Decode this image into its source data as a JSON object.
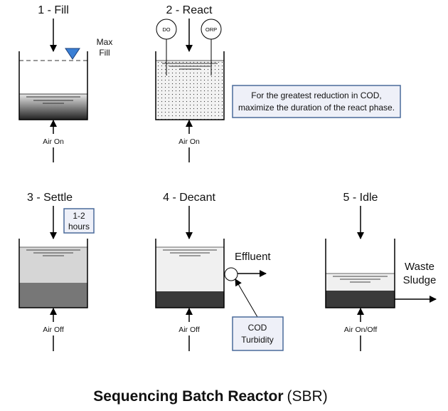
{
  "title": {
    "main": "Sequencing Batch Reactor",
    "abbr": "(SBR)"
  },
  "stages": [
    {
      "label": "1 - Fill",
      "air": "Air On",
      "max_fill": [
        "Max",
        "Fill"
      ]
    },
    {
      "label": "2 - React",
      "air": "Air On",
      "probes": [
        "DO",
        "ORP"
      ],
      "note": [
        "For the greatest reduction in COD,",
        "maximize the duration of the react phase."
      ]
    },
    {
      "label": "3 - Settle",
      "air": "Air Off",
      "duration": [
        "1-2",
        "hours"
      ]
    },
    {
      "label": "4 - Decant",
      "air": "Air Off",
      "outlet": "Effluent",
      "monitor": [
        "COD",
        "Turbidity"
      ]
    },
    {
      "label": "5 - Idle",
      "air": "Air On/Off",
      "outlet": [
        "Waste",
        "Sludge"
      ]
    }
  ],
  "colors": {
    "marker": "#3a7fd5",
    "note_bg": "#eef0f8",
    "note_border": "#4a6a9a",
    "sludge_settle": "#777777",
    "sludge_dark": "#3a3a3a",
    "liquid": "#f0f0f0"
  }
}
